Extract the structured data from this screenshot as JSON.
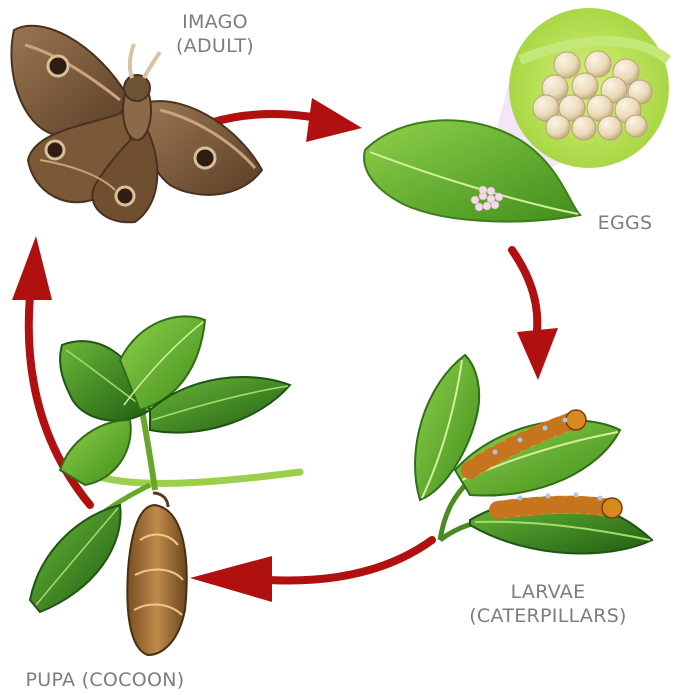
{
  "stages": {
    "imago": {
      "line1": "IMAGO",
      "line2": "(ADULT)"
    },
    "eggs": {
      "line1": "EGGS"
    },
    "larvae": {
      "line1": "LARVAE",
      "line2": "(CATERPILLARS)"
    },
    "pupa": {
      "line1": "PUPA (COCOON)"
    }
  },
  "colors": {
    "arrow": "#b0100f",
    "label": "#7d7d7d",
    "leaf": "#5fae2a",
    "moth": "#7a5a3a",
    "egg": "#efe3c8",
    "caterpillar": "#e79a2a",
    "cocoon": "#a9783c"
  }
}
